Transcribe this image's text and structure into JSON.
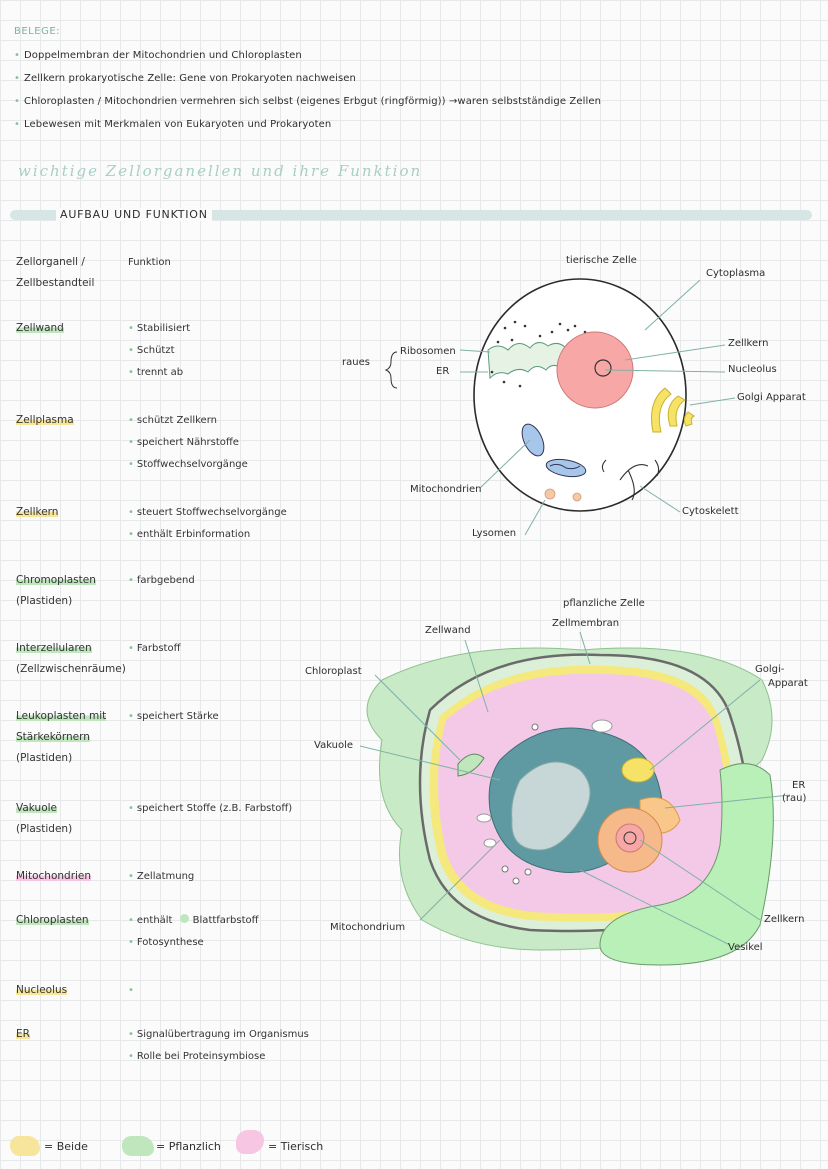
{
  "belege": {
    "heading": "BELEGE:",
    "items": [
      "Doppelmembran der Mitochondrien und Chloroplasten",
      "Zellkern prokaryotische Zelle: Gene von Prokaryoten nachweisen",
      "Chloroplasten / Mitochondrien vermehren sich selbst  (eigenes Erbgut (ringförmig)) →waren selbstständige Zellen",
      "Lebewesen mit Merkmalen von Eukaryoten und Prokaryoten"
    ]
  },
  "script_heading": "wichtige Zellorganellen und ihre Funktion",
  "section": {
    "title": "AUFBAU UND FUNKTION"
  },
  "table": {
    "col1_header": [
      "Zellorganell /",
      "Zellbestandteil"
    ],
    "col2_header": "Funktion",
    "rows": [
      {
        "name": [
          "Zellwand"
        ],
        "funcs": [
          "Stabilisiert",
          "Schützt",
          "trennt ab"
        ]
      },
      {
        "name": [
          "Zellplasma"
        ],
        "funcs": [
          "schützt Zellkern",
          "speichert Nährstoffe",
          "Stoffwechselvorgänge"
        ]
      },
      {
        "name": [
          "Zellkern"
        ],
        "funcs": [
          "steuert Stoffwechselvorgänge",
          "enthält Erbinformation"
        ]
      },
      {
        "name": [
          "Chromoplasten",
          "(Plastiden)"
        ],
        "funcs": [
          "farbgebend"
        ]
      },
      {
        "name": [
          "Interzellularen",
          "(Zellzwischenräume)"
        ],
        "funcs": [
          "Farbstoff"
        ]
      },
      {
        "name": [
          "Leukoplasten mit",
          "Stärkekörnern",
          "(Plastiden)"
        ],
        "funcs": [
          "speichert Stärke"
        ]
      },
      {
        "name": [
          "Vakuole",
          "(Plastiden)"
        ],
        "funcs": [
          "speichert Stoffe  (z.B. Farbstoff)"
        ]
      },
      {
        "name": [
          "Mitochondrien"
        ],
        "funcs": [
          "Zellatmung"
        ]
      },
      {
        "name": [
          "Chloroplasten"
        ],
        "funcs": [
          "enthält",
          "Blattfarbstoff",
          "Fotosynthese"
        ]
      },
      {
        "name": [
          "Nucleolus"
        ],
        "funcs": [
          ""
        ]
      },
      {
        "name": [
          "ER"
        ],
        "funcs": [
          "Signalübertragung im Organismus",
          "Rolle bei Proteinsymbiose"
        ]
      }
    ]
  },
  "animal_cell": {
    "title": "tierische Zelle",
    "labels": {
      "cytoplasma": "Cytoplasma",
      "zellkern": "Zellkern",
      "nucleolus": "Nucleolus",
      "golgi": "Golgi Apparat",
      "raues": "raues",
      "ribosomen": "Ribosomen",
      "er": "ER",
      "mitochondrien": "Mitochondrien",
      "lysomen": "Lysomen",
      "cytoskelett": "Cytoskelett"
    }
  },
  "plant_cell": {
    "title": "pflanzliche Zelle",
    "labels": {
      "zellwand": "Zellwand",
      "zellmembran": "Zellmembran",
      "chloroplast": "Chloroplast",
      "golgi1": "Golgi-",
      "golgi2": "Apparat",
      "vakuole": "Vakuole",
      "er1": "ER",
      "er2": "(rau)",
      "mitochondrium": "Mitochondrium",
      "zellkern": "Zellkern",
      "vesikel": "Vesikel"
    }
  },
  "legend": {
    "beide": "= Beide",
    "pflanzlich": "= Pflanzlich",
    "tierisch": "= Tierisch"
  },
  "colors": {
    "yellow": "#f6e59a",
    "green": "#bfe6bd",
    "pink": "#f7c6e2",
    "teal": "#7fb1a6"
  }
}
